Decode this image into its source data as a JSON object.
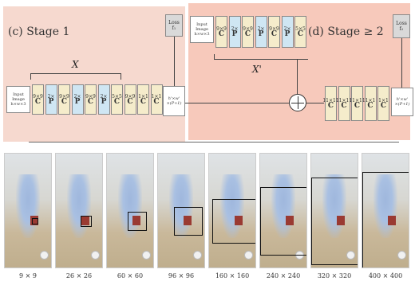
{
  "stage1": {
    "title": "(c) Stage 1",
    "input_image": [
      "Input",
      "Image",
      "h×w×3"
    ],
    "layers": [
      {
        "top": "9×9",
        "bottom": "C",
        "kind": "conv"
      },
      {
        "top": "2×",
        "bottom": "P",
        "kind": "pool"
      },
      {
        "top": "9×9",
        "bottom": "C",
        "kind": "conv"
      },
      {
        "top": "2×",
        "bottom": "P",
        "kind": "pool"
      },
      {
        "top": "9×9",
        "bottom": "C",
        "kind": "conv"
      },
      {
        "top": "2×",
        "bottom": "P",
        "kind": "pool"
      },
      {
        "top": "5×5",
        "bottom": "C",
        "kind": "conv"
      },
      {
        "top": "9×9",
        "bottom": "C",
        "kind": "conv"
      },
      {
        "top": "1×1",
        "bottom": "C",
        "kind": "conv"
      },
      {
        "top": "1×1",
        "bottom": "C",
        "kind": "conv"
      }
    ],
    "x_label": "X",
    "loss": [
      "Loss",
      "f₁"
    ],
    "output": [
      "h'×w'",
      "×(P+1)"
    ]
  },
  "stage2": {
    "title": "(d) Stage ≥ 2",
    "input_image": [
      "Input",
      "Image",
      "h×w×3"
    ],
    "layers": [
      {
        "top": "9×9",
        "bottom": "C",
        "kind": "conv"
      },
      {
        "top": "2×",
        "bottom": "P",
        "kind": "pool"
      },
      {
        "top": "9×9",
        "bottom": "C",
        "kind": "conv"
      },
      {
        "top": "2×",
        "bottom": "P",
        "kind": "pool"
      },
      {
        "top": "9×9",
        "bottom": "C",
        "kind": "conv"
      },
      {
        "top": "2×",
        "bottom": "P",
        "kind": "pool"
      },
      {
        "top": "5×5",
        "bottom": "C",
        "kind": "conv"
      }
    ],
    "x_label": "X'",
    "right_layers": [
      {
        "top": "11×11",
        "bottom": "C"
      },
      {
        "top": "11×11",
        "bottom": "C"
      },
      {
        "top": "11×11",
        "bottom": "C"
      },
      {
        "top": "1×1",
        "bottom": "C"
      },
      {
        "top": "1×1",
        "bottom": "C"
      }
    ],
    "loss": [
      "Loss",
      "f₂"
    ],
    "output": [
      "h'×w'",
      "×(P+1)"
    ]
  },
  "receptive_fields": [
    {
      "label": "9 × 9",
      "crop": 0.05
    },
    {
      "label": "26 × 26",
      "crop": 0.1
    },
    {
      "label": "60 × 60",
      "crop": 0.18
    },
    {
      "label": "96 × 96",
      "crop": 0.28
    },
    {
      "label": "160 × 160",
      "crop": 0.45
    },
    {
      "label": "240 × 240",
      "crop": 0.7
    },
    {
      "label": "320 × 320",
      "crop": 0.9
    },
    {
      "label": "400 × 400",
      "crop": 1.0
    }
  ]
}
